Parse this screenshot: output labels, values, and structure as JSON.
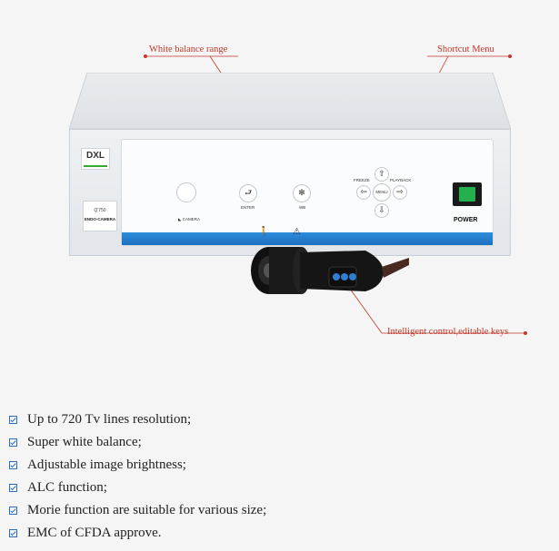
{
  "callouts": {
    "white_balance": "White balance range",
    "shortcut_menu": "Shortcut Menu",
    "intelligent_control": "Intelligent control,editable keys"
  },
  "device": {
    "logo": "DXL",
    "model_number": "Q'750",
    "model_name": "ENDO-CAMERA",
    "camera_label": "CAMERA",
    "enter_label": "ENTER",
    "wb_label": "WB",
    "freeze_label": "FREEZE",
    "playback_label": "PLAYBACK",
    "menu_label": "MENU",
    "power_label": "POWER"
  },
  "features": [
    "Up to 720 Tv lines resolution;",
    "Super white balance;",
    "Adjustable image brightness;",
    "ALC function;",
    "Morie function are suitable for various size;",
    "EMC of CFDA approve."
  ],
  "colors": {
    "callout": "#c0392b",
    "accent_strip": "#2f8ddc",
    "power_switch": "#22b14c",
    "checkbox": "#2a6fb8"
  }
}
